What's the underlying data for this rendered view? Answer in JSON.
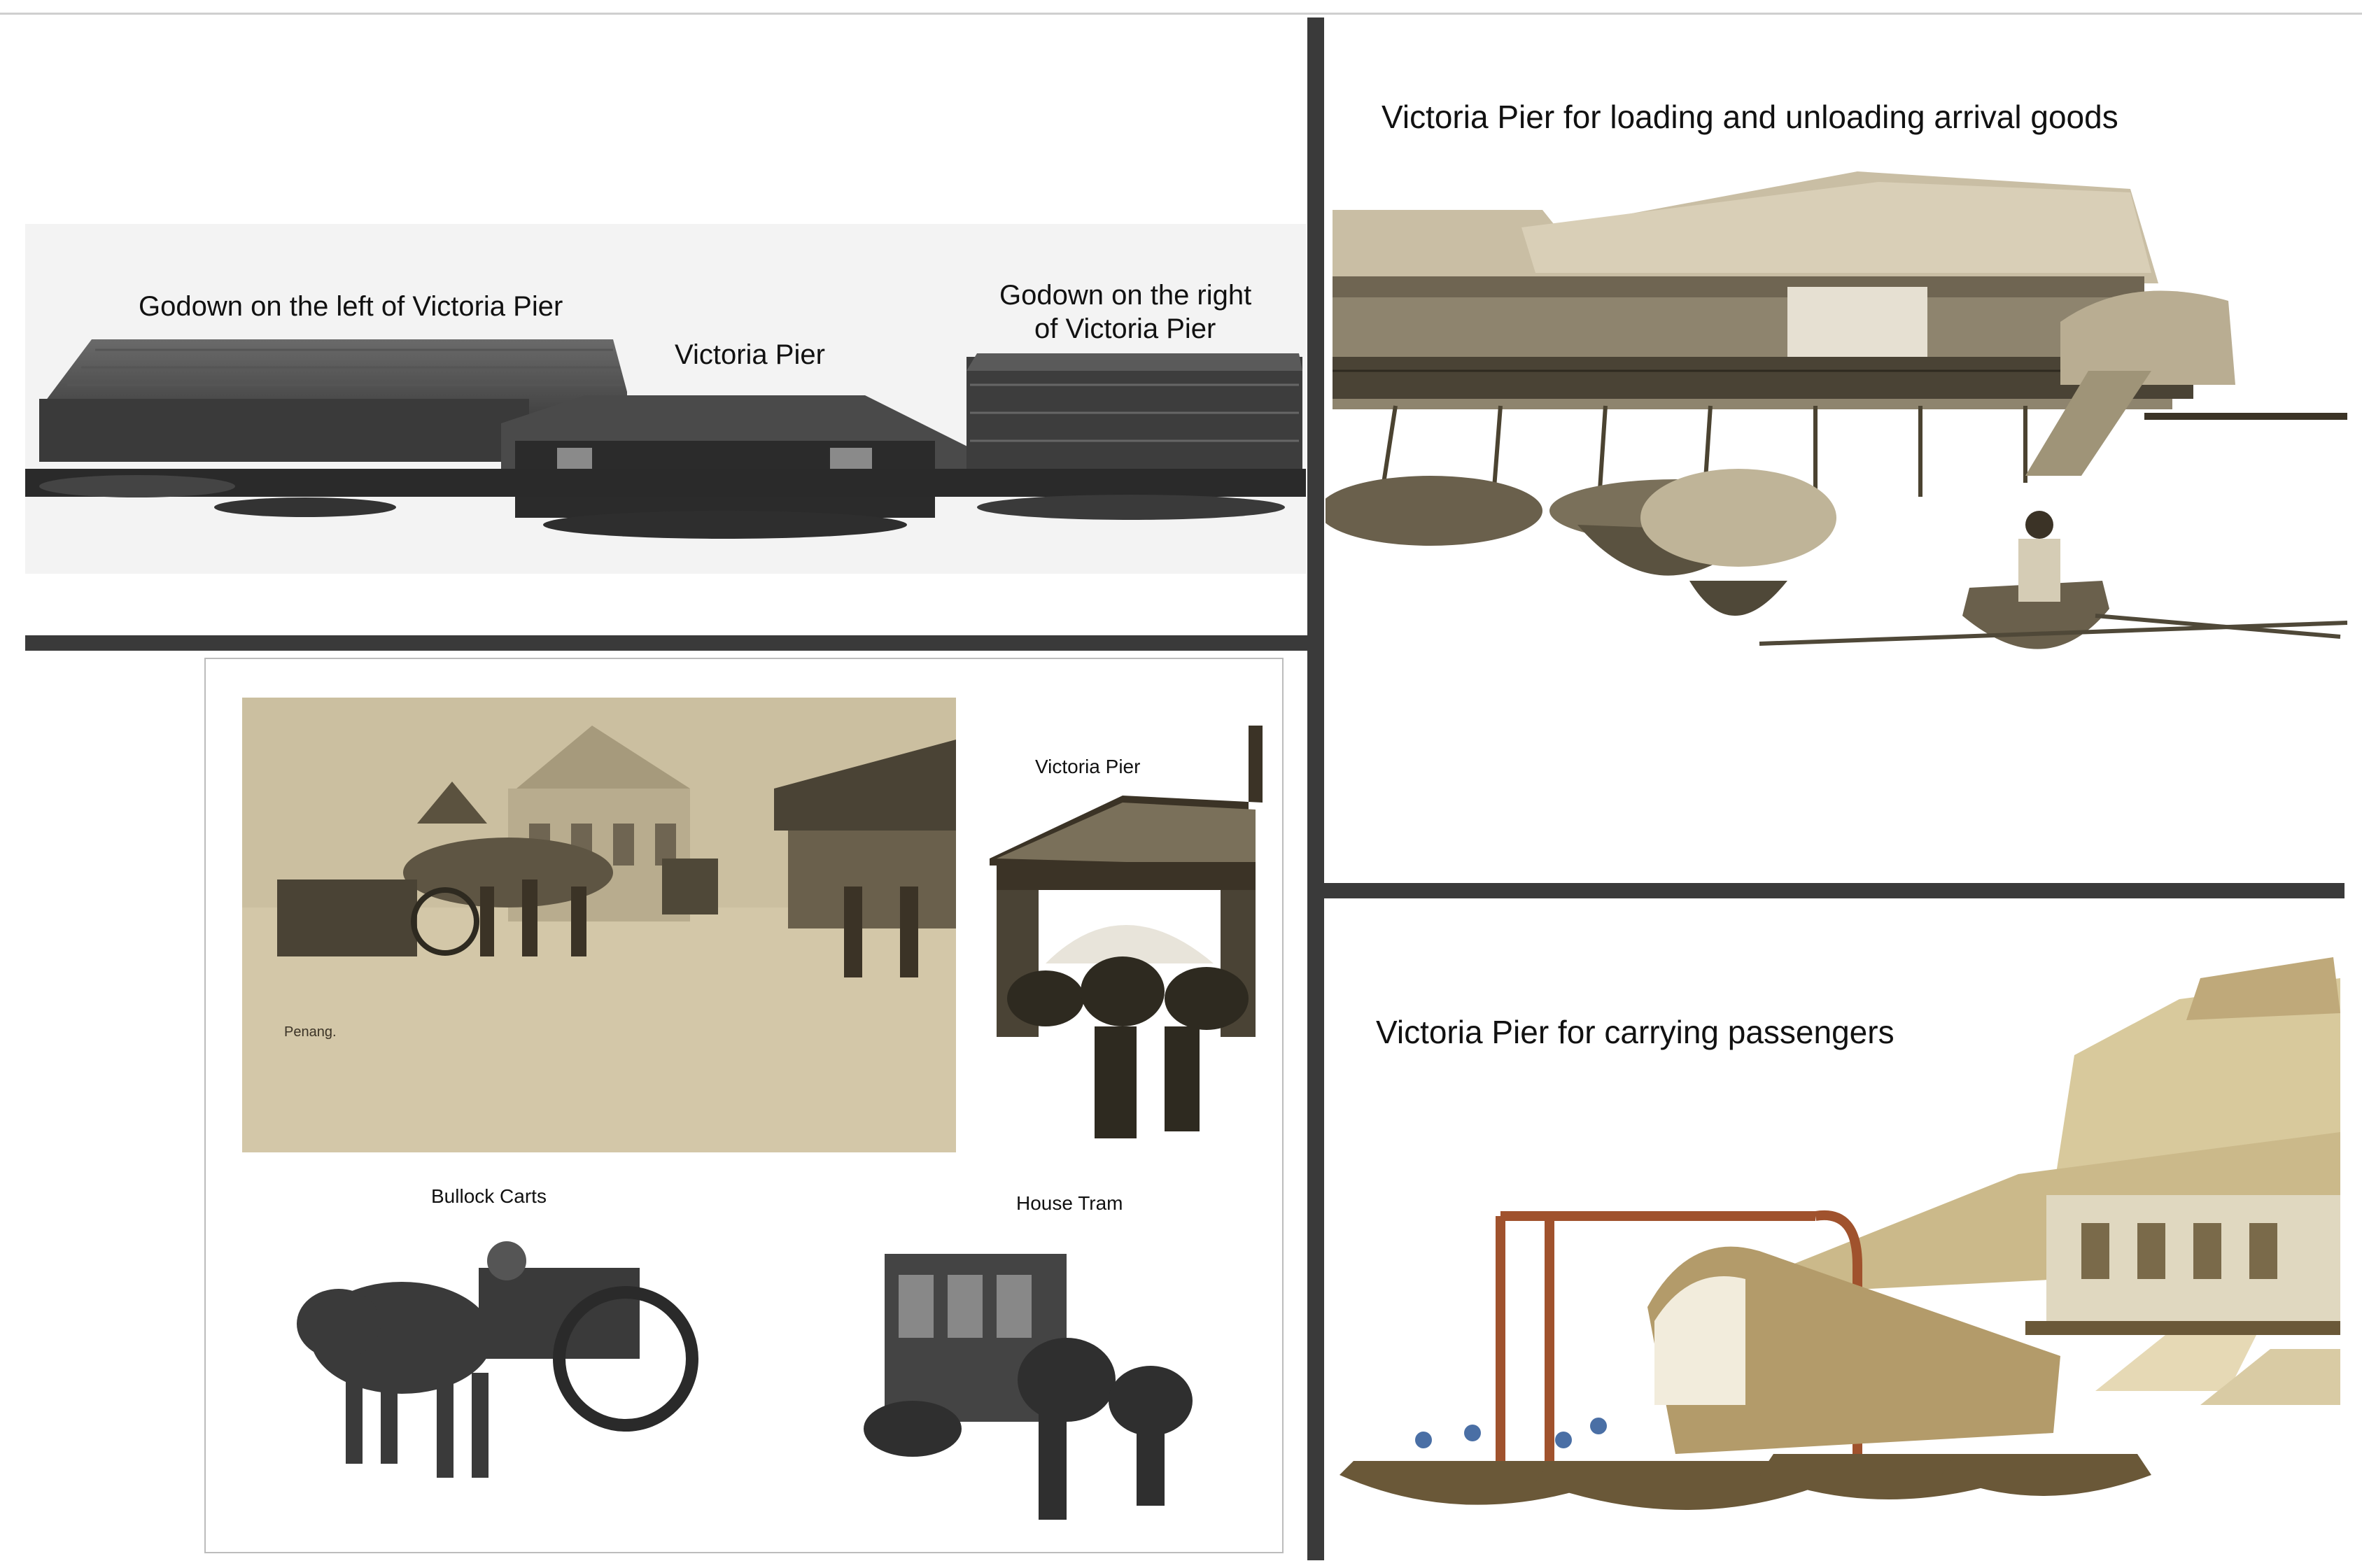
{
  "panel_top_left": {
    "label_left_godown": "Godown on the left of Victoria Pier",
    "label_pier": "Victoria Pier",
    "label_right_godown_line1": "Godown on the right",
    "label_right_godown_line2": "of Victoria Pier"
  },
  "panel_top_right": {
    "caption": "Victoria Pier for loading and unloading arrival goods"
  },
  "panel_bottom_left": {
    "label_victoria_pier": "Victoria Pier",
    "label_penang": "Penang.",
    "label_bullock_carts": "Bullock Carts",
    "label_house_tram": "House Tram"
  },
  "panel_bottom_right": {
    "caption": "Victoria Pier for carrying passengers"
  },
  "colors": {
    "divider": "#3a3a3a",
    "sepia_light": "#d8ccb0",
    "sepia_dark": "#3b3326",
    "bw_dark": "#2a2a2a",
    "color_roof": "#c9b88c",
    "color_frame": "#a0522d"
  }
}
